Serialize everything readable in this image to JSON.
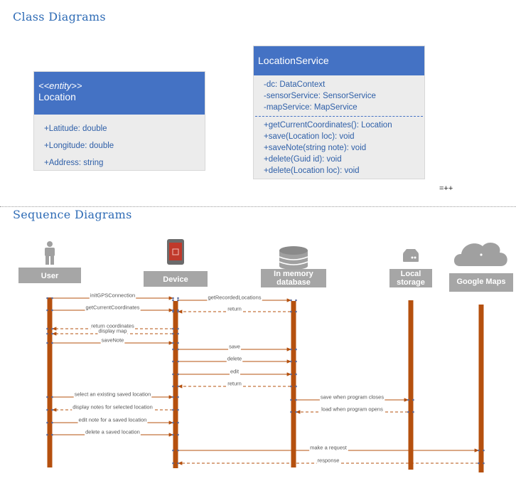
{
  "headings": {
    "class_diagrams": "Class Diagrams",
    "sequence_diagrams": "Sequence Diagrams"
  },
  "location_class": {
    "stereotype": "<<entity>>",
    "name": "Location",
    "members": [
      "+Latitude: double",
      "+Longitude: double",
      "+Address: string"
    ]
  },
  "service_class": {
    "name": "LocationService",
    "fields": [
      "-dc: DataContext",
      "-sensorService: SensorService",
      "-mapService: MapService"
    ],
    "methods": [
      "+getCurrentCoordinates(): Location",
      "+save(Location loc): void",
      "+saveNote(string note): void",
      "+delete(Guid id): void",
      "+delete(Location loc): void"
    ]
  },
  "stray_text": "=++",
  "colors": {
    "class_header": "#4472c4",
    "lifeline": "#b5500e",
    "arrow": "#b5500e",
    "actor_box": "#a6a6a6",
    "icon": "#a0a0a0",
    "device_screen": "#c0392b"
  },
  "actors": [
    {
      "label": "User",
      "icon": "person-icon"
    },
    {
      "label": "Device",
      "icon": "phone-icon"
    },
    {
      "label": "In memory\ndatabase",
      "icon": "database-icon"
    },
    {
      "label": "Local\nstorage",
      "icon": "storage-icon"
    },
    {
      "label": "Google Maps",
      "icon": "cloud-icon"
    }
  ],
  "messages": [
    {
      "from": 0,
      "to": 1,
      "label": "initGPSConnection",
      "dashed": false
    },
    {
      "from": 1,
      "to": 2,
      "label": "getRecordedLocations",
      "dashed": false
    },
    {
      "from": 0,
      "to": 1,
      "label": "getCurrentCoordinates",
      "dashed": false
    },
    {
      "from": 2,
      "to": 1,
      "label": "return",
      "dashed": true
    },
    {
      "from": 1,
      "to": 0,
      "label": "return coordinates",
      "dashed": true
    },
    {
      "from": 1,
      "to": 0,
      "label": "display map",
      "dashed": true
    },
    {
      "from": 0,
      "to": 1,
      "label": "saveNote",
      "dashed": false
    },
    {
      "from": 1,
      "to": 2,
      "label": "save",
      "dashed": false
    },
    {
      "from": 1,
      "to": 2,
      "label": "delete",
      "dashed": false
    },
    {
      "from": 1,
      "to": 2,
      "label": "edit",
      "dashed": false
    },
    {
      "from": 2,
      "to": 1,
      "label": "return",
      "dashed": true
    },
    {
      "from": 0,
      "to": 1,
      "label": "select an existing saved location",
      "dashed": false
    },
    {
      "from": 2,
      "to": 3,
      "label": "save when program closes",
      "dashed": false
    },
    {
      "from": 1,
      "to": 0,
      "label": "display notes for selected location",
      "dashed": true
    },
    {
      "from": 3,
      "to": 2,
      "label": "load when program opens",
      "dashed": true
    },
    {
      "from": 0,
      "to": 1,
      "label": "edit note for a saved location",
      "dashed": false
    },
    {
      "from": 0,
      "to": 1,
      "label": "delete a saved location",
      "dashed": false
    },
    {
      "from": 1,
      "to": 4,
      "label": "make a request",
      "dashed": false
    },
    {
      "from": 4,
      "to": 1,
      "label": "response",
      "dashed": true
    }
  ]
}
